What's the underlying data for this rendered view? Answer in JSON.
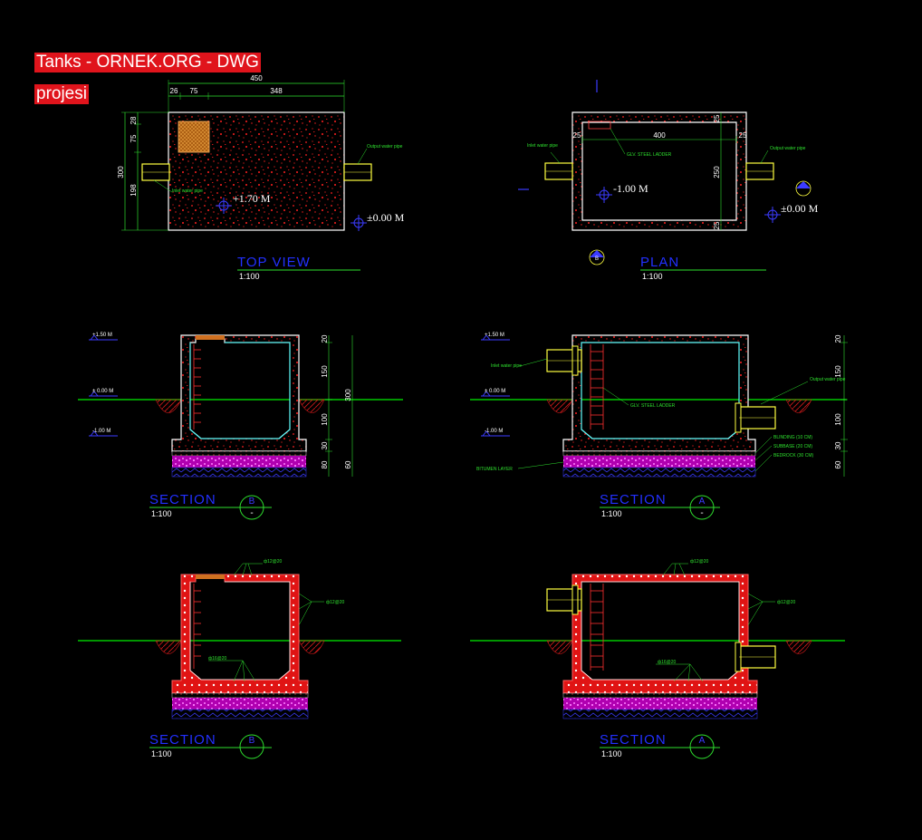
{
  "header": {
    "title_line_1": "Tanks - ORNEK.ORG - DWG",
    "title_line_2": "projesi"
  },
  "colors": {
    "background": "#000000",
    "banner": "#e0141c",
    "concrete_hatch": "#ff2020",
    "dimension": "#2ee02e",
    "ground": "#00c800",
    "view_title": "#2230ff",
    "pipe": "#ffff40",
    "gravel": "#ff40ff",
    "rebar": "#ff1a1a"
  },
  "top_view": {
    "title": "TOP VIEW",
    "scale": "1:100",
    "dim_overall": "450",
    "dim_a": "26",
    "dim_b": "75",
    "dim_c": "348",
    "dim_v1": "28",
    "dim_v2": "75",
    "dim_v3": "300",
    "dim_v4": "198",
    "level_top": "+1.70 M",
    "level_ground": "±0.00 M",
    "inlet": "Inlet water pipe",
    "outlet": "Output water pipe"
  },
  "plan": {
    "title": "PLAN",
    "scale": "1:100",
    "dim_len": "400",
    "dim_wid": "250",
    "dim_wall": "25",
    "dim_wall_r": "25",
    "dim_t1": "25",
    "dim_t2": "25",
    "level_floor": "-1.00 M",
    "level_ground": "±0.00 M",
    "ladder": "GLV. STEEL LADDER",
    "inlet": "Inlet water pipe",
    "outlet": "Output water pipe",
    "section_label": "B"
  },
  "section_b": {
    "title": "SECTION",
    "scale": "1:100",
    "label": "B",
    "sign": "-",
    "level_top": "+1.50 M",
    "level_ground": "± 0.00 M",
    "level_bottom": "-1.00 M",
    "dims": [
      "20",
      "150",
      "100",
      "30",
      "80"
    ],
    "dim_total": "300",
    "dim_base": "60"
  },
  "section_a": {
    "title": "SECTION",
    "scale": "1:100",
    "label": "A",
    "sign": "-",
    "level_top": "+1.50 M",
    "level_ground": "± 0.00 M",
    "level_bottom": "-1.00 M",
    "dims": [
      "20",
      "150",
      "100",
      "30",
      "60"
    ],
    "inlet": "Inlet water pipe",
    "outlet": "Output water pipe",
    "ladder": "GLV. STEEL LADDER",
    "bitumen": "BITUMEN LAYER",
    "layers": [
      "BLINDING (10 CM)",
      "SUBBASE (20 CM)",
      "BEDROCK (30 CM)"
    ]
  },
  "rebar_b": {
    "title": "SECTION",
    "scale": "1:100",
    "label": "B",
    "bar_top": "ф12@20",
    "bar_side": "ф12@20",
    "bar_bottom": "ф16@20"
  },
  "rebar_a": {
    "title": "SECTION",
    "scale": "1:100",
    "label": "A",
    "bar_top": "ф12@20",
    "bar_side": "ф12@20",
    "bar_bottom": "ф16@20"
  }
}
